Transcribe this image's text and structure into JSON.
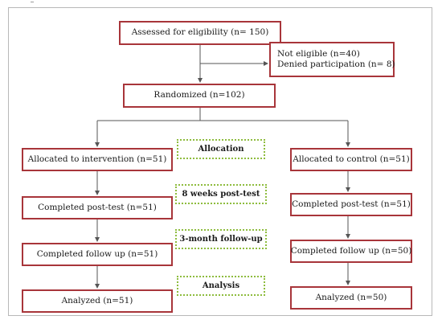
{
  "flowchart": {
    "assessed": "Assessed for eligibility  (n= 150)",
    "excluded": {
      "not_eligible": "Not eligible  (n=40)",
      "denied": "Denied participation  (n= 8)"
    },
    "randomized": "Randomized  (n=102)",
    "intervention_arm": {
      "allocated": "Allocated to intervention  (n=51)",
      "posttest": "Completed post-test (n=51)",
      "followup": "Completed follow up (n=51)",
      "analyzed": "Analyzed  (n=51)"
    },
    "control_arm": {
      "allocated": "Allocated to control  (n=51)",
      "posttest": "Completed post-test (n=51)",
      "followup": "Completed follow up (n=50)",
      "analyzed": "Analyzed  (n=50)"
    },
    "stages": {
      "allocation": "Allocation",
      "posttest": "8 weeks post-test",
      "followup": "3-month follow-up",
      "analysis": "Analysis"
    },
    "colors": {
      "box_border": "#a8353a",
      "stage_border": "#8ebc3e",
      "line": "#555555"
    }
  }
}
